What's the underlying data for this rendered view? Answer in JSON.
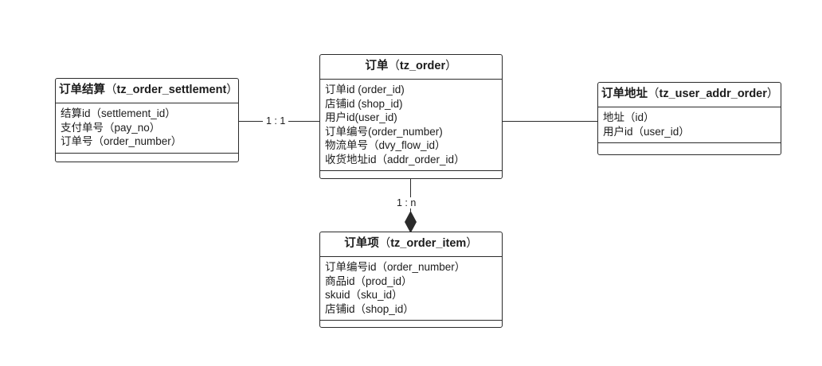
{
  "diagram": {
    "title": "order-er-diagram",
    "background": "#ffffff",
    "line_color": "#2b2b2b",
    "text_color": "#1c1c1c"
  },
  "entities": {
    "settlement": {
      "header_cn": "订单结算",
      "header_open": "（",
      "header_table": "tz_order_settlement",
      "header_close": "）",
      "fields": [
        "结算id（settlement_id）",
        "支付单号（pay_no）",
        "订单号（order_number）"
      ]
    },
    "order": {
      "header_cn": "订单",
      "header_open": "（",
      "header_table": "tz_order",
      "header_close": "）",
      "fields": [
        "订单id (order_id)",
        "店铺id (shop_id)",
        "用户id(user_id)",
        "订单编号(order_number)",
        "物流单号（dvy_flow_id）",
        "收货地址id（addr_order_id）"
      ]
    },
    "addr": {
      "header_cn": "订单地址",
      "header_open": "（",
      "header_table": "tz_user_addr_order",
      "header_close": "）",
      "fields": [
        "地址（id）",
        "用户id（user_id）"
      ]
    },
    "order_item": {
      "header_cn": "订单项",
      "header_open": "（",
      "header_table": "tz_order_item",
      "header_close": "）",
      "fields": [
        "订单编号id（order_number）",
        "商品id（prod_id）",
        "skuid（sku_id）",
        "店铺id（shop_id）"
      ]
    }
  },
  "relations": {
    "settlement_to_order": {
      "label": "1 : 1"
    },
    "order_to_addr": {
      "label": ""
    },
    "order_to_item": {
      "label": "1 : n",
      "end_marker": "filled-diamond"
    }
  }
}
